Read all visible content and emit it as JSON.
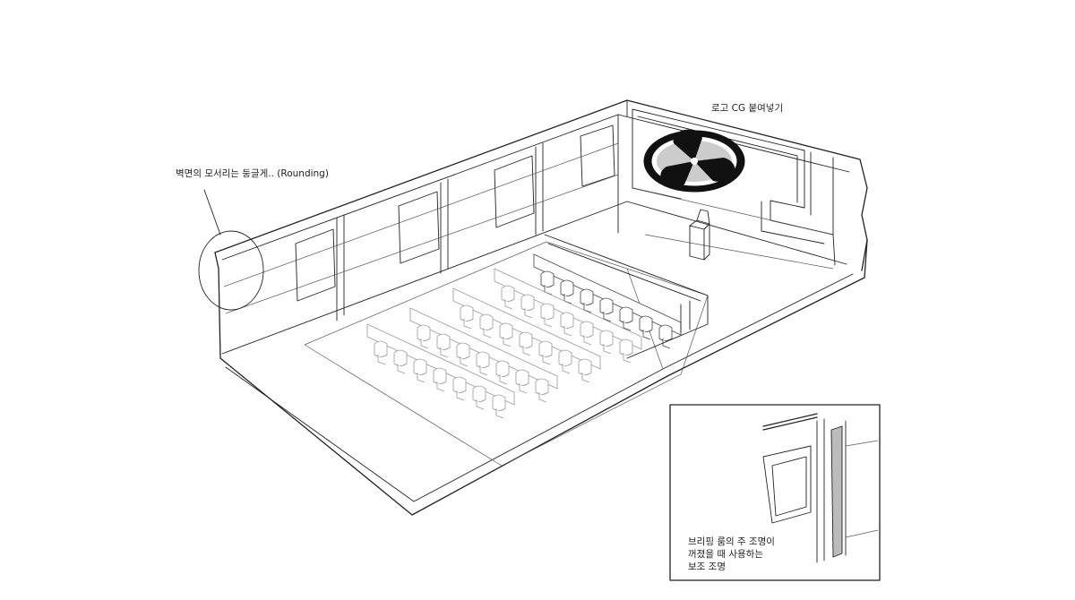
{
  "annotations": {
    "rounding": "벽면의 모서리는 둥글게.. (Rounding)",
    "logo": "로고 CG 붙여넣기",
    "inset_lines": [
      "브리핑 룸의 주 조명이",
      "꺼졌을 때 사용하는",
      "보조 조명"
    ]
  },
  "colors": {
    "line": "#222222",
    "logo_fill": "#111111",
    "accent_fill": "#bbbbbb"
  },
  "icons": {
    "logo": "trefoil-emblem-icon"
  }
}
